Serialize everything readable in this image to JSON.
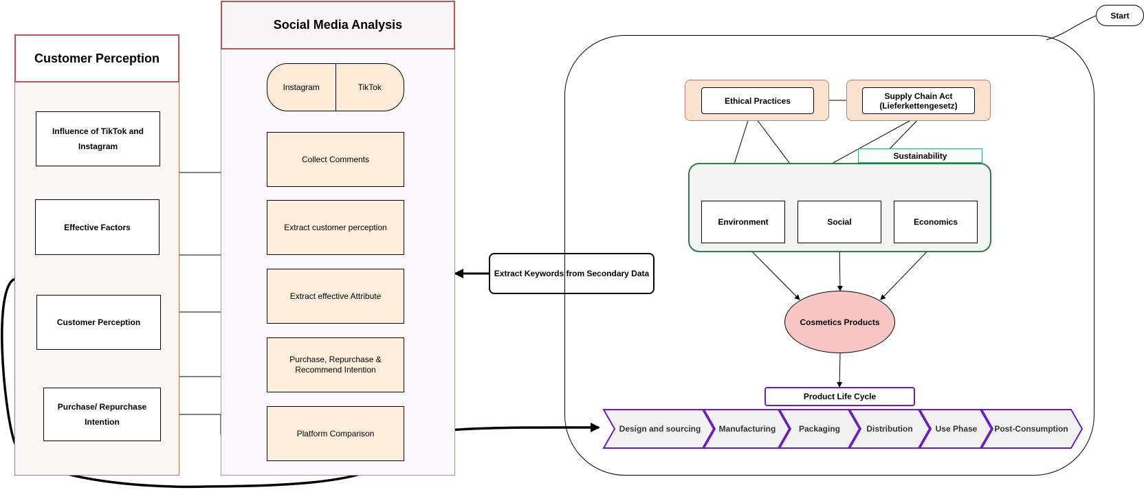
{
  "customer_perception": {
    "title": "Customer Perception",
    "items": [
      "Influence of TikTok and Instagram",
      "Effective Factors",
      "Customer Perception",
      "Purchase/ Repurchase Intention"
    ]
  },
  "social_media_analysis": {
    "title": "Social Media Analysis",
    "platforms": [
      "Instagram",
      "TikTok"
    ],
    "steps": [
      "Collect Comments",
      "Extract customer perception",
      "Extract effective Attribute",
      "Purchase, Repurchase & Recommend Intention",
      "Platform Comparison"
    ]
  },
  "keywords_box": "Extract Keywords from Secondary Data",
  "start_label": "Start",
  "framework": {
    "ethical_practices": "Ethical Practices",
    "supply_chain_act": "Supply Chain Act (Lieferkettengesetz)",
    "sustainability_label": "Sustainability",
    "pillars": [
      "Environment",
      "Social",
      "Economics"
    ],
    "cosmetics": "Cosmetics Products",
    "plc_label": "Product Life Cycle",
    "stages": [
      "Design and sourcing",
      "Manufacturing",
      "Packaging",
      "Distribution",
      "Use Phase",
      "Post-Consumption"
    ]
  }
}
